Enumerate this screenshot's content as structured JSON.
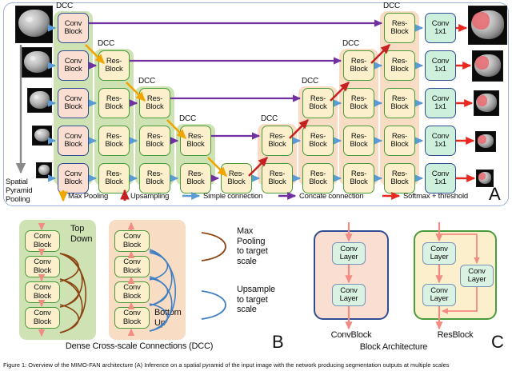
{
  "figure": {
    "caption": "Figure 1: Overview of the MIMO-FAN architecture (A) Inference on a spatial pyramid of the input image with the network producing segmentation outputs at multiple scales"
  },
  "panel_a": {
    "letter": "A",
    "spatial_pyramid_label": "Spatial\nPyramid\nPooling",
    "spatial_pyramid_lines": [
      "Spatial",
      "Pyramid",
      "Pooling"
    ],
    "dcc_label": "DCC",
    "block_labels": {
      "conv_block": [
        "Conv",
        "Block"
      ],
      "res_block": [
        "Res-",
        "Block"
      ],
      "conv_1x1": [
        "Conv",
        "1x1"
      ]
    },
    "legend": [
      {
        "name": "max-pooling",
        "label": "Max Pooling",
        "color": "#f0a500",
        "arrow": "down"
      },
      {
        "name": "upsampling",
        "label": "Upsampling",
        "color": "#c62020",
        "arrow": "up"
      },
      {
        "name": "simple-connection",
        "label": "Simple connection",
        "color": "#5b9bd5",
        "arrow": "right"
      },
      {
        "name": "concate-connection",
        "label": "Concate connection",
        "color": "#7030a0",
        "arrow": "right"
      },
      {
        "name": "softmax-threshold",
        "label": "Softmax + threshold",
        "color": "#e8281e",
        "arrow": "right"
      }
    ]
  },
  "panel_b": {
    "letter": "B",
    "title": "Dense Cross-scale Connections (DCC)",
    "top_down_label": [
      "Top",
      "Down"
    ],
    "bottom_up_label": [
      "Bottom",
      "Up"
    ],
    "block_label": [
      "Conv",
      "Block"
    ],
    "legend": [
      {
        "name": "max-pooling-to-target-scale",
        "lines": [
          "Max",
          "Pooling",
          "to target",
          "scale"
        ],
        "color": "#8b4513"
      },
      {
        "name": "upsample-to-target-scale",
        "lines": [
          "Upsample",
          "to target",
          "scale"
        ],
        "color": "#3f7fc1"
      }
    ]
  },
  "panel_c": {
    "letter": "C",
    "title": "Block Architecture",
    "conv_block_label": "ConvBlock",
    "res_block_label": "ResBlock",
    "layer_label": [
      "Conv",
      "Layer"
    ]
  },
  "colors": {
    "conv_block_fill": "#fbded2",
    "conv_block_border": "#2f4d93",
    "res_block_fill": "#fbf0cb",
    "res_block_border": "#4a9b3a",
    "conv1x1_fill": "#ccf0dc",
    "dcc_encoder_bg": "#cfe2b4",
    "dcc_decoder_bg": "#f9dcc4",
    "panel_border": "#9db4d4",
    "max_pooling": "#f0a500",
    "upsampling": "#c62020",
    "simple_connection": "#5b9bd5",
    "concate_connection": "#7030a0",
    "softmax": "#e8281e"
  }
}
